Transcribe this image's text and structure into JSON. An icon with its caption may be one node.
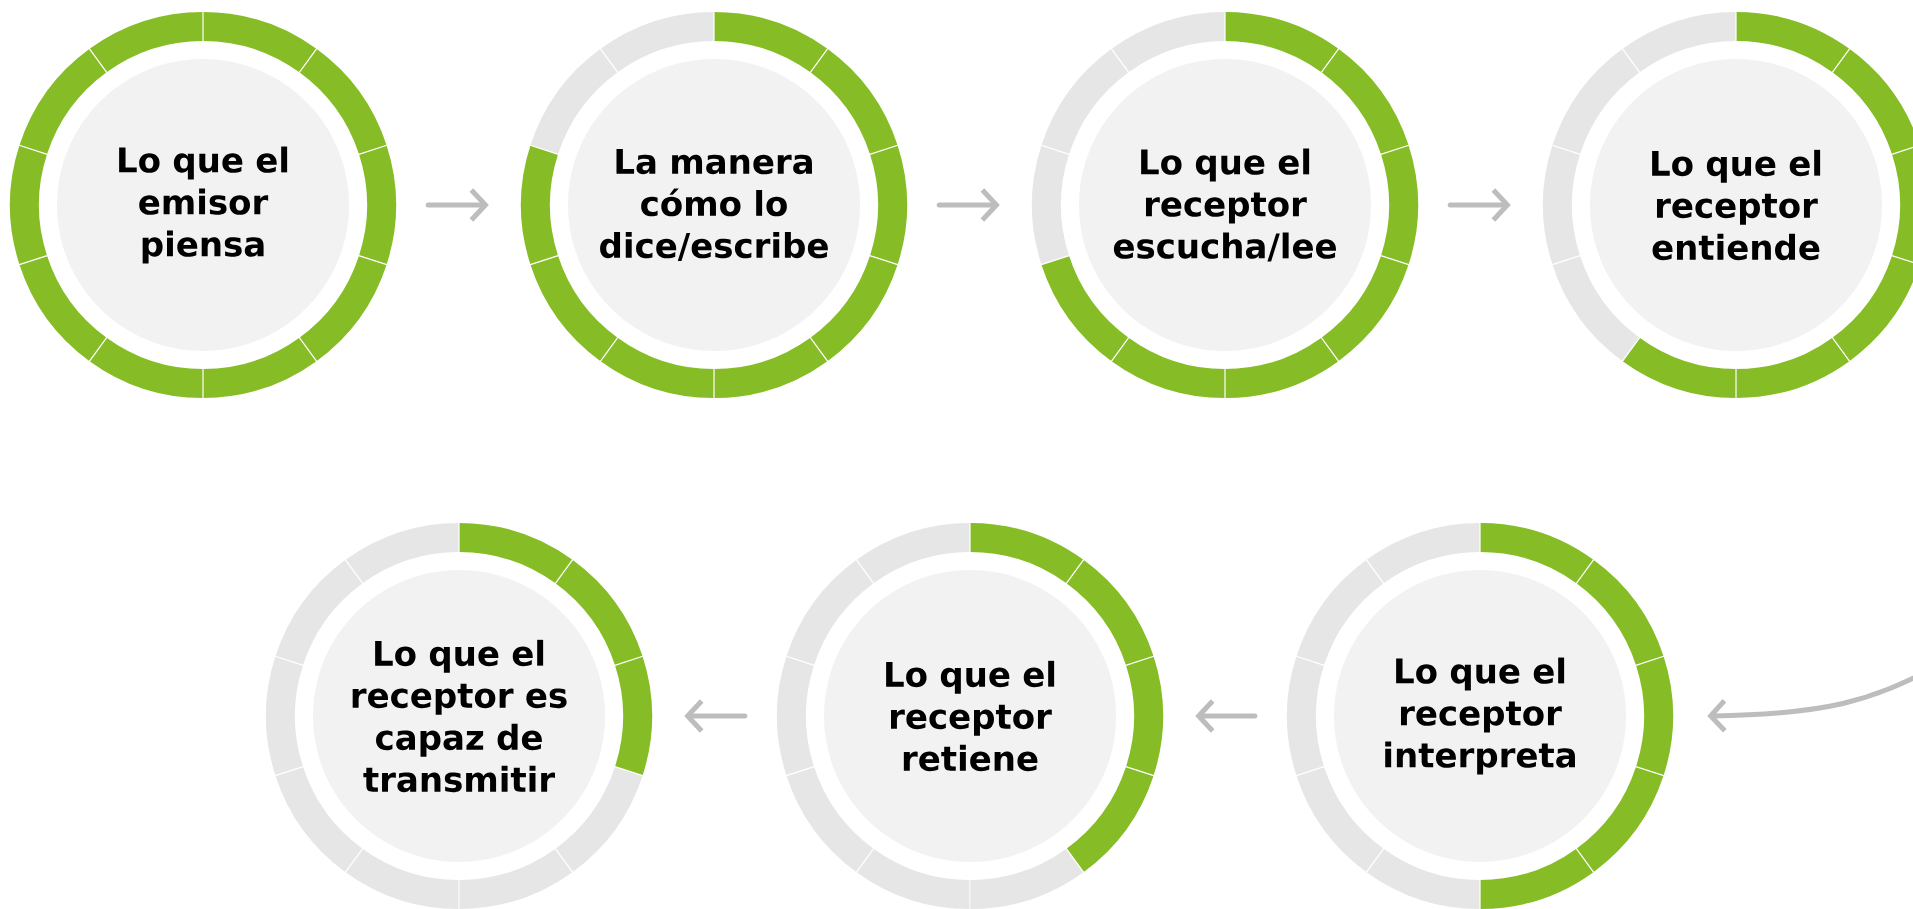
{
  "diagram": {
    "nodes": [
      {
        "text": [
          "Lo que el emisor piensa"
        ]
      },
      {
        "text": [
          "La manera cómo lo dice/escribe"
        ]
      },
      {
        "text": [
          "Lo que el receptor escucha/lee"
        ]
      },
      {
        "text": [
          "Lo que el receptor entiende"
        ]
      },
      {
        "text": [
          "Lo que el receptor interpreta"
        ]
      },
      {
        "text": [
          "Lo que el receptor retiene"
        ]
      },
      {
        "text": [
          "Lo que el receptor es capaz de transmitir"
        ]
      }
    ],
    "edges": [
      {
        "from": 0,
        "to": 1,
        "arrow": "to"
      },
      {
        "from": 1,
        "to": 2,
        "arrow": "to"
      },
      {
        "from": 2,
        "to": 3,
        "arrow": "to"
      },
      {
        "from": null,
        "to": 4,
        "arrow": "to"
      },
      {
        "from": 4,
        "to": 5,
        "arrow": "to"
      },
      {
        "from": 5,
        "to": 6,
        "arrow": "to"
      }
    ]
  }
}
